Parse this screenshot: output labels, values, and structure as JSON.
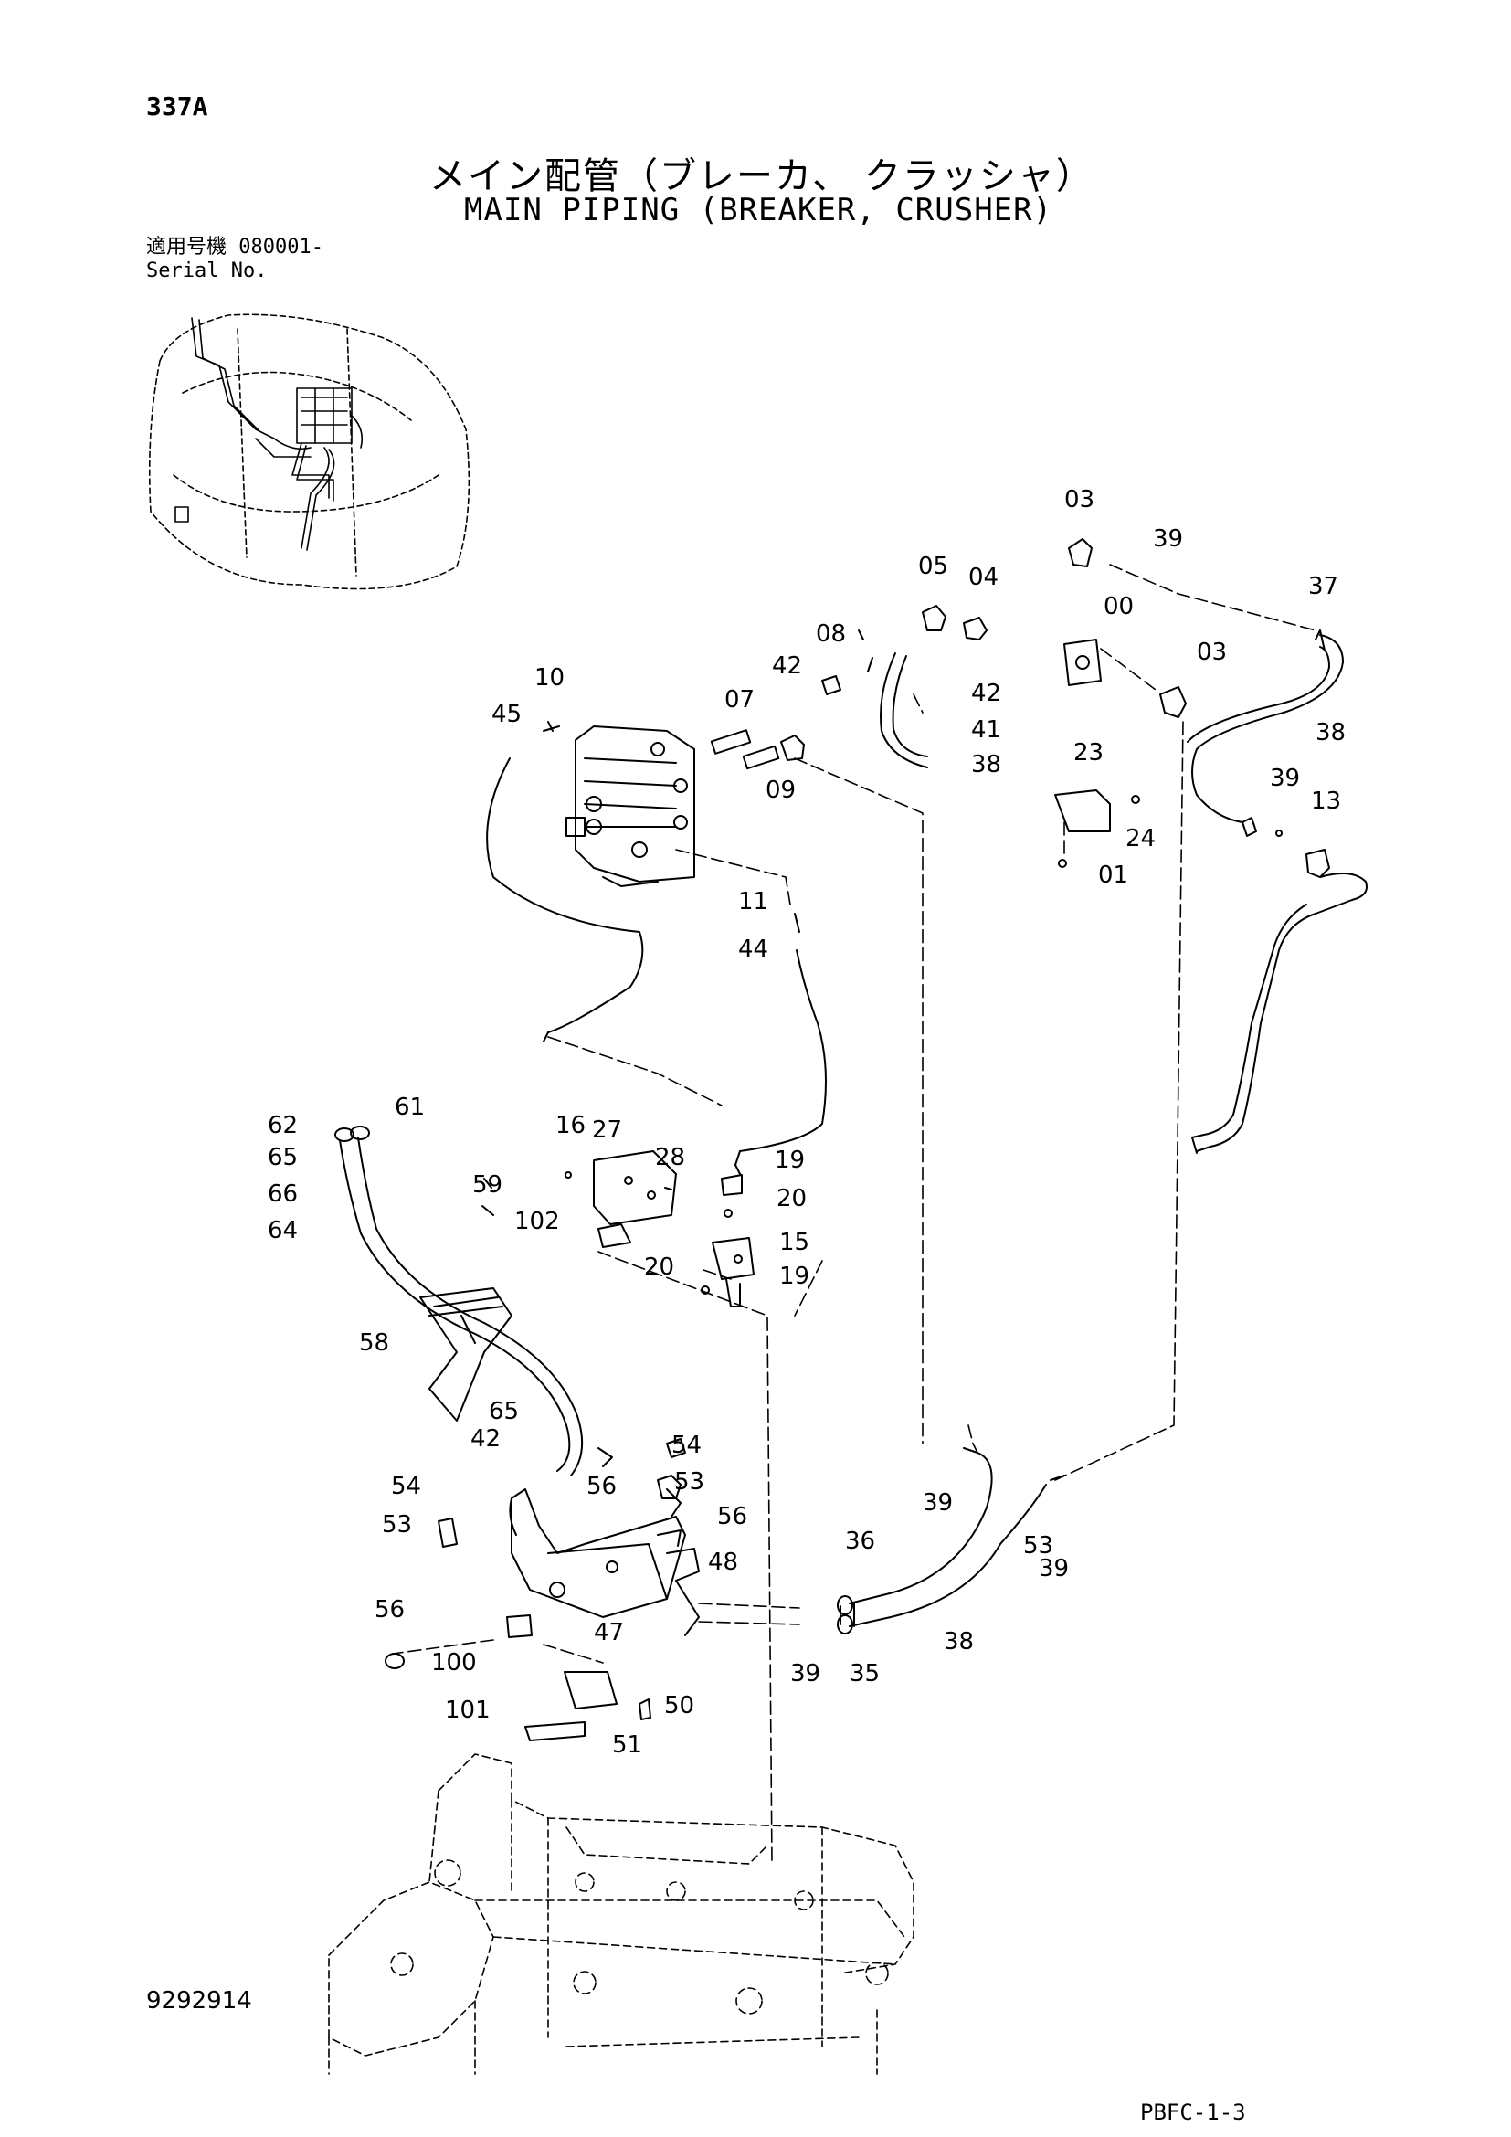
{
  "header": {
    "page_code": "337A",
    "title_jp": "メイン配管（ブレーカ、 クラッシャ）",
    "title_en": "MAIN PIPING (BREAKER, CRUSHER)",
    "serial_jp_label": "適用号機",
    "serial_value": "080001-",
    "serial_en_label": "Serial No."
  },
  "footer": {
    "drawing_number": "9292914",
    "sheet_code": "PBFC-1-3"
  },
  "callouts": [
    "03",
    "39",
    "37",
    "05",
    "04",
    "00",
    "08",
    "42",
    "03",
    "42",
    "41",
    "38",
    "38",
    "10",
    "45",
    "07",
    "09",
    "23",
    "24",
    "01",
    "39",
    "13",
    "11",
    "44",
    "62",
    "61",
    "65",
    "66",
    "64",
    "16",
    "27",
    "28",
    "19",
    "20",
    "59",
    "102",
    "15",
    "20",
    "19",
    "58",
    "65",
    "42",
    "54",
    "54",
    "53",
    "56",
    "53",
    "56",
    "48",
    "36",
    "39",
    "39",
    "53",
    "56",
    "100",
    "47",
    "39",
    "35",
    "38",
    "50",
    "101",
    "51"
  ],
  "colors": {
    "ink": "#000000",
    "paper": "#ffffff"
  }
}
